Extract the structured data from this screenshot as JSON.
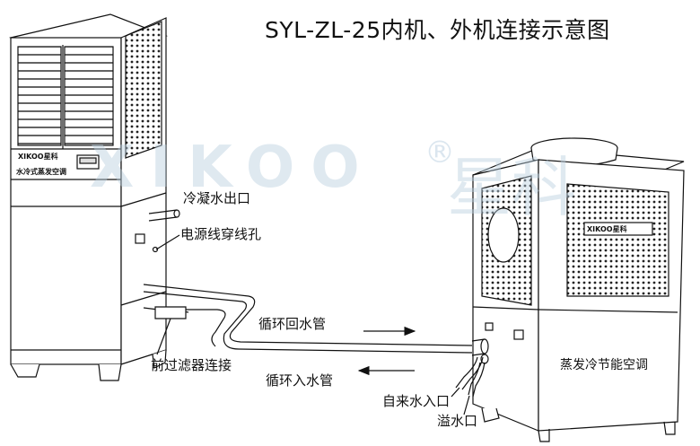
{
  "title": "SYL-ZL-25内机、外机连接示意图",
  "watermark": {
    "text": "XIKOO",
    "registered_mark": "®",
    "chinese": "星科"
  },
  "indoor_unit": {
    "brand": "XIKOO星科",
    "panel_text": "水冷式蒸发空调"
  },
  "outdoor_unit": {
    "brand": "XIKOO星科",
    "caption": "蒸发冷节能空调"
  },
  "labels": {
    "condensate_outlet": "冷凝水出口",
    "power_cable_hole": "电源线穿线孔",
    "return_pipe": "循环回水管",
    "front_filter": "前过滤器连接",
    "inlet_pipe": "循环入水管",
    "tap_water_inlet": "自来水入口",
    "overflow": "溢水口"
  },
  "colors": {
    "line": "#111111",
    "watermark": "#b9cfe0",
    "panel": "#f4f4f4"
  }
}
